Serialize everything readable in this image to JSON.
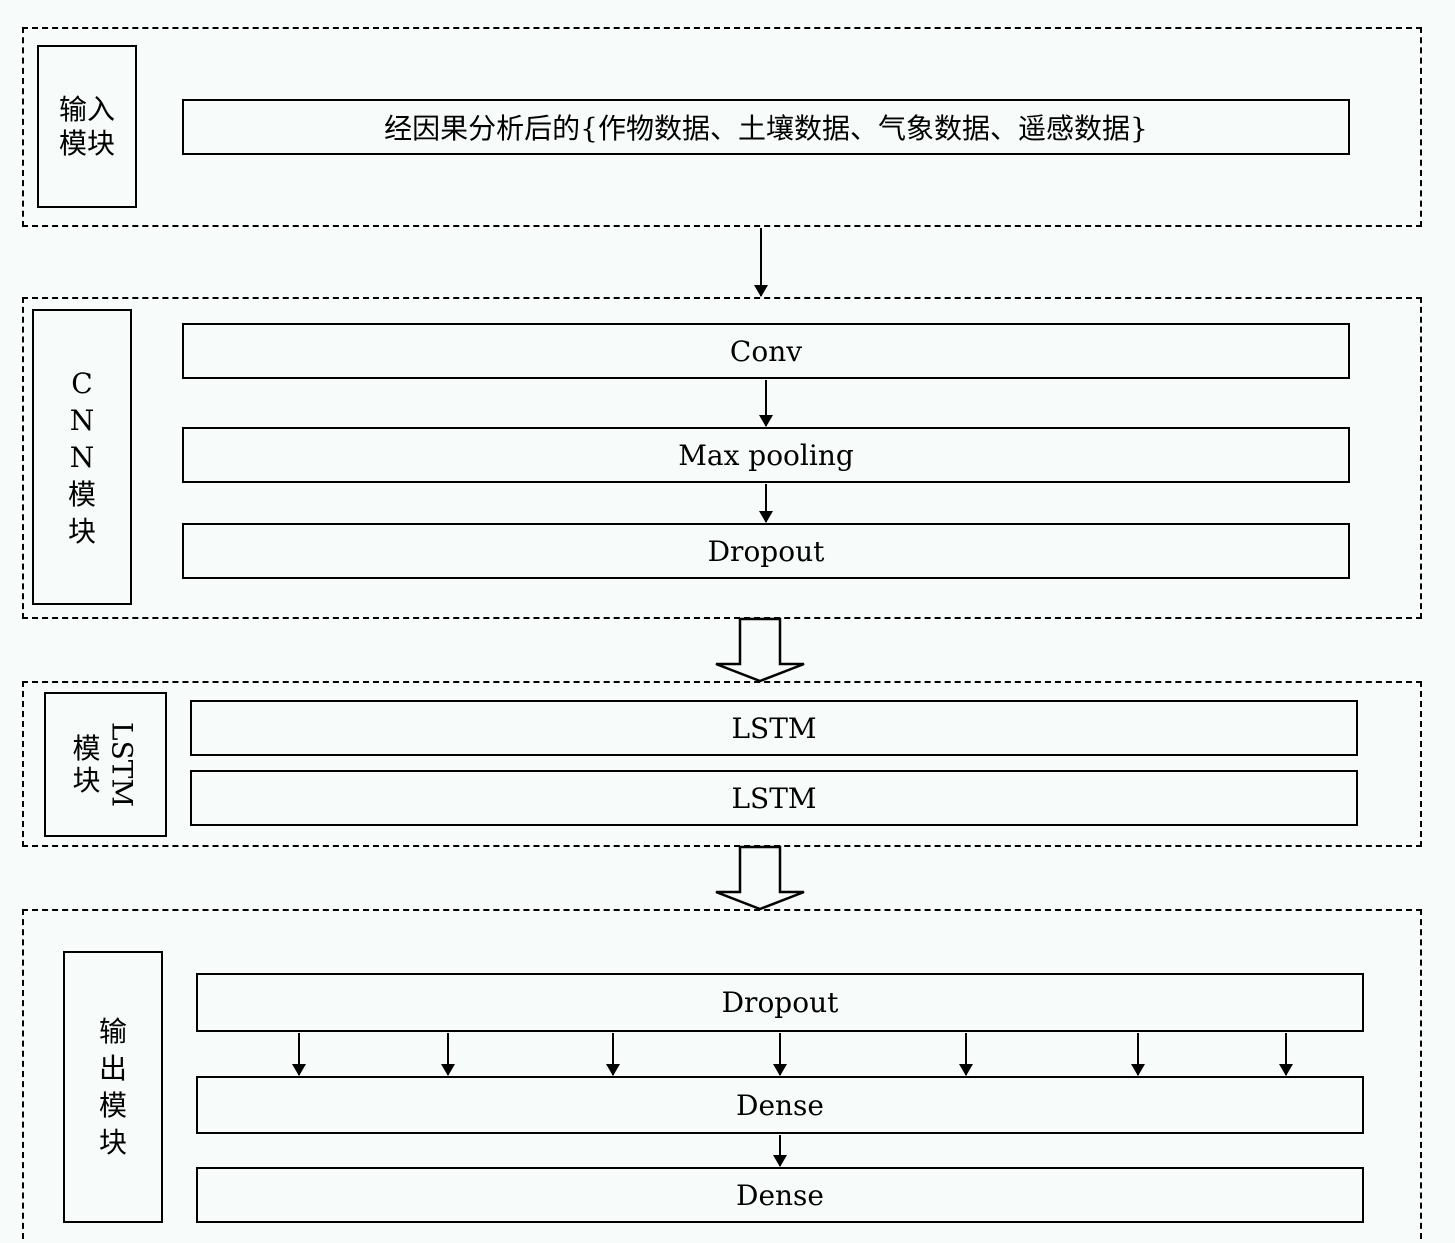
{
  "input_module": {
    "label": "输入模块",
    "content": "经因果分析后的{作物数据、土壤数据、气象数据、遥感数据}"
  },
  "cnn_module": {
    "label_chars": [
      "C",
      "N",
      "N",
      "模",
      "块"
    ],
    "layers": [
      "Conv",
      "Max pooling",
      "Dropout"
    ]
  },
  "lstm_module": {
    "label_rotated": "LSTM",
    "label_upright": [
      "模",
      "块"
    ],
    "layers": [
      "LSTM",
      "LSTM"
    ]
  },
  "output_module": {
    "label_chars": [
      "输",
      "出",
      "模",
      "块"
    ],
    "layers": [
      "Dropout",
      "Dense",
      "Dense"
    ]
  },
  "colors": {
    "line": "#000000",
    "background": "#f7fbfa"
  }
}
